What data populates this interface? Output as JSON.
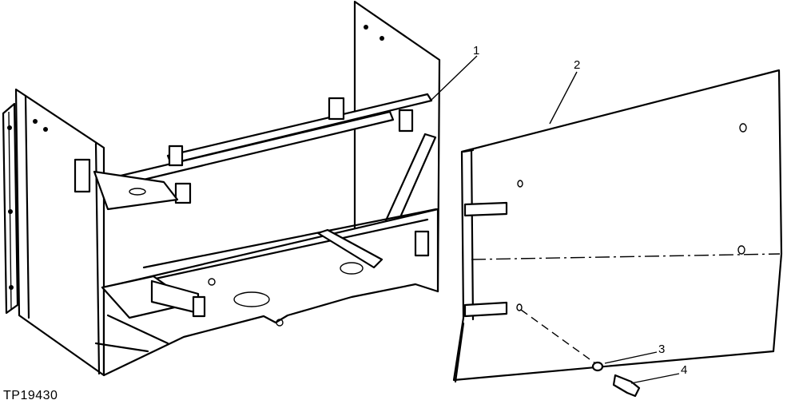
{
  "figure_code": "TP19430",
  "callouts": [
    {
      "id": "1",
      "label": "1"
    },
    {
      "id": "2",
      "label": "2"
    },
    {
      "id": "3",
      "label": "3"
    },
    {
      "id": "4",
      "label": "4"
    }
  ]
}
